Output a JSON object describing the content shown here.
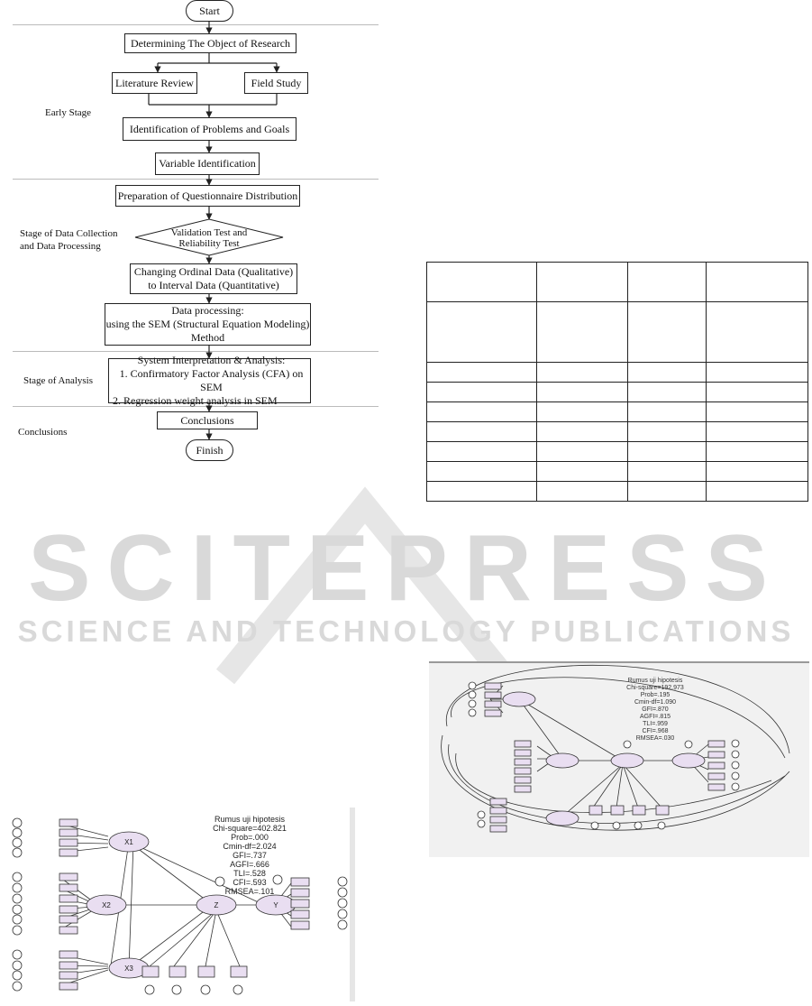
{
  "flowchart": {
    "start": "Start",
    "object": "Determining The Object of Research",
    "literature": "Literature Review",
    "field": "Field Study",
    "problems": "Identification of Problems and Goals",
    "variable": "Variable Identification",
    "questionnaire": "Preparation of Questionnaire Distribution",
    "validation_line1": "Validation Test and",
    "validation_line2": "Reliability Test",
    "ordinal_line1": "Changing Ordinal Data (Qualitative)",
    "ordinal_line2": "to Interval Data (Quantitative)",
    "processing_line1": "Data processing:",
    "processing_line2": "using the SEM (Structural Equation Modeling)",
    "processing_line3": "Method",
    "analysis_line1": "System Interpretation & Analysis:",
    "analysis_line2": "1. Confirmatory Factor Analysis (CFA) on SEM",
    "analysis_line3": "2. Regression weight analysis in SEM",
    "conclusions": "Conclusions",
    "finish": "Finish"
  },
  "stages": {
    "early": "Early Stage",
    "collection_line1": "Stage of Data Collection",
    "collection_line2": "and Data Processing",
    "analysis": "Stage of Analysis",
    "conclusions": "Conclusions"
  },
  "watermark": {
    "main": "SCITEPRESS",
    "sub": "SCIENCE AND TECHNOLOGY PUBLICATIONS"
  },
  "sem_left": {
    "title": "Rumus uji hipotesis",
    "stats": [
      "Chi-square=402.821",
      "Prob=.000",
      "Cmin-df=2.024",
      "GFI=.737",
      "AGFI=.666",
      "TLI=.528",
      "CFI=.593",
      "RMSEA=.101"
    ],
    "latents": [
      "X1",
      "X2",
      "X3",
      "Z",
      "Y"
    ]
  },
  "sem_right": {
    "title": "Rumus uji hipotesis",
    "stats": [
      "Chi-square=192.973",
      "Prob=.195",
      "Cmin-df=1.090",
      "GFI=.870",
      "AGFI=.815",
      "TLI=.959",
      "CFI=.968",
      "RMSEA=.030"
    ]
  }
}
